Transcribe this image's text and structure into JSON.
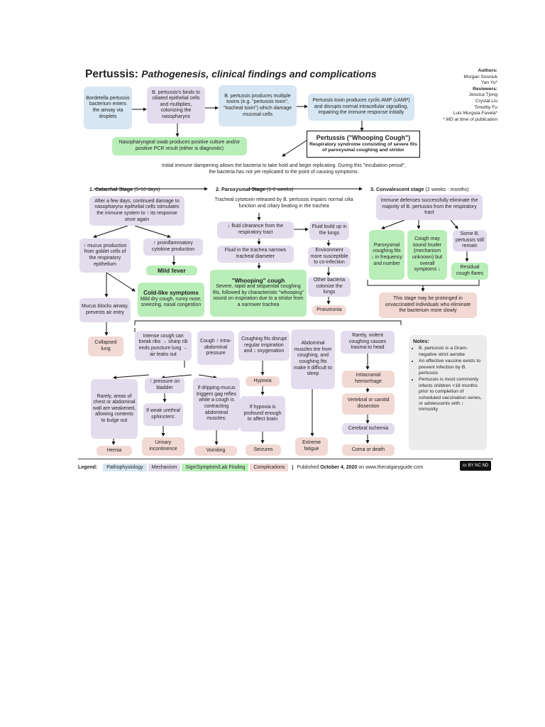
{
  "title": {
    "main": "Pertussis:",
    "sub": "Pathogenesis, clinical findings and complications"
  },
  "authors": {
    "authors_head": "Authors:",
    "authors_list": [
      "Morgan Sosniuk",
      "Yan Yu*"
    ],
    "reviewers_head": "Reviewers:",
    "reviewers_list": [
      "Jessica Tjong",
      "Crystal Liu",
      "Timothy Fu",
      "Luis Murguia-Favela*"
    ],
    "note": "* MD at time of publication"
  },
  "nodes": {
    "n1": "Bordetella pertussis bacterium enters the airway via droplets",
    "n2": "B. pertussis's binds to ciliated epithelial cells and multiplies, colonizing the nasopharynx",
    "n3": "B. pertussis produces multiple toxins (e.g. \"pertussis toxin\", \"tracheal toxin\") which damage mucosal cells",
    "n4": "Pertussis toxin produces cyclic AMP (cAMP) and disrupts normal intracellular signalling, impairing the immune response initially",
    "n5": "Nasopharyngeal swab produces positive culture and/or positive PCR result (either is diagnostic)",
    "wc_title": "Pertussis (\"Whooping Cough\")",
    "wc_body": "Respiratory syndrome consisting of severe fits of paroxysmal coughing and stridor",
    "incubation": "Initial immune dampening allows the bacteria to take hold and begin replicating. During this \"incubation period\", the bacteria has not yet replicated to the point of causing symptoms.",
    "s1_box": "After a few days, continued damage to nasopharynx epithelial cells stimulates the immune system to ↑ its response once again",
    "mucus": "↑ mucus production from goblet cells of the respiratory epithelium",
    "cytokine": "↑ proinflammatory cytokine production",
    "fever": "Mild fever",
    "cold_title": "Cold-like symptoms",
    "cold_body": "Mild dry cough, runny nose, sneezing, nasal congestion",
    "mucus_block": "Mucus blocks airway, prevents air entry",
    "collapsed": "Collapsed lung",
    "toxin": "Tracheal cytotoxin released by B. pertussis impairs normal cilia function and ciliary beating in the trachea",
    "fluid_clear": "↓ fluid clearance from the respiratory tract",
    "fluid_lungs": "Fluid build up in the lungs",
    "trachea": "Fluid in the trachea narrows tracheal diameter",
    "env": "Environment more susceptible to co-infection",
    "whoop_title": "\"Whooping\" cough",
    "whoop_body": "Severe, rapid and sequential coughing fits, followed by characteristic \"whooping\" sound on inspiration due to a stridor from a narrower trachea",
    "other_bact": "Other bacteria colonize the lungs",
    "pneumonia": "Pneumonia",
    "immune": "Immune defenses successfully eliminate the majority of B. pertussis from the respiratory tract",
    "parox": "Paroxysmal coughing fits ↓ in frequency and number",
    "louder": "Cough may sound louder (mechanism unknown) but overall symptoms ↓",
    "remain": "Some B. pertussis still remain",
    "residual": "Residual cough flares",
    "prolonged": "This stage may be prolonged in unvaccinated individuals who eliminate the bacterium more slowly",
    "ribs": "Intense cough can break ribs → sharp rib ends puncture lung → air leaks out",
    "intra": "Cough ↑ intra-abdominal pressure",
    "coughfits": "Coughing fits disrupt regular inspiration and ↓ oxygenation",
    "abd": "Abdominal muscles tire from coughing, and coughing fits make it difficult to sleep",
    "violent": "Rarely, violent coughing causes trauma to head",
    "rarely_chest": "Rarely, areas of chest or abdominal wall are weakened, allowing contents to bulge out",
    "bladder": "↑ pressure on bladder",
    "weak": "If weak urethral sphincters:",
    "dripping": "If dripping mucus triggers gag reflex while a cough is contracting abdominal muscles:",
    "hypoxia": "Hypoxia",
    "hyp_prof": "If hypoxia is profound enough to affect brain",
    "ich": "Intracranial hemorrhage",
    "vert": "Vertebral or carotid dissection",
    "cereb": "Cerebral ischemia",
    "hernia": "Hernia",
    "urinary": "Urinary incontinence",
    "vomiting": "Vomiting",
    "seizures": "Seizures",
    "fatigue": "Extreme fatigue",
    "coma": "Coma or death"
  },
  "stages": {
    "s1_label": "1. Catarrhal Stage",
    "s1_time": "(5-10 days)",
    "s2_label": "2. Paroxysmal Stage",
    "s2_time": "(1-2 weeks)",
    "s3_label": "3. Convalescent stage",
    "s3_time": "(2 weeks - months)"
  },
  "notes": {
    "heading": "Notes:",
    "items": [
      "B. pertussis is a Gram-negative strict aerobe",
      "An effective vaccine exists to prevent infection by B. pertussis",
      "Pertussis is most commonly infects children <18 months prior to completion of scheduled vaccination series, or adolescents with ↓ immunity"
    ]
  },
  "legend": {
    "label": "Legend:",
    "items": [
      "Pathophysiology",
      "Mechanism",
      "Sign/Symptom/Lab Finding",
      "Complications"
    ],
    "colors": [
      "#d6e6f2",
      "#e3dced",
      "#b9eeb9",
      "#f2d9d4"
    ],
    "published_prefix": "Published",
    "published_date": "October 4, 2020",
    "published_suffix": "on www.thecalgaryguide.com",
    "license": "cc BY NC ND"
  }
}
